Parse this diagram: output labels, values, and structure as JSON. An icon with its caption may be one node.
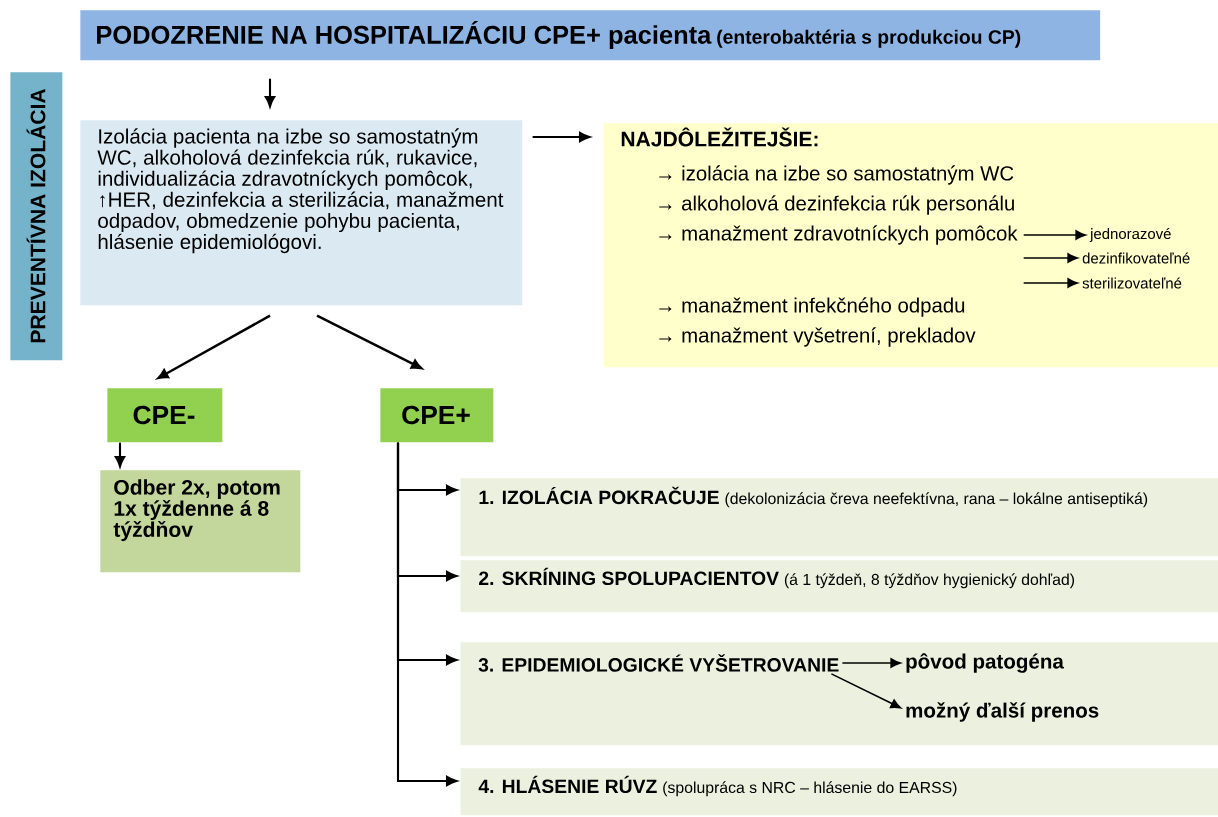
{
  "diagram": {
    "nodes": [
      {
        "text": [
          "PODOZRENIE NA HOSPITALIZÁCIU CPE+ pacienta",
          "(enterobaktéria s produkciou CP)"
        ]
      },
      {
        "text": [
          "PREVENTÍVNA IZOLÁCIA"
        ]
      },
      {
        "text": [
          "Izolácia pacienta na izbe so samostatným WC, alkoholová dezinfekcia rúk, rukavice, individualizácia zdravotníckych pomôcok, ↑HER, dezinfekcia a sterilizácia, manažment odpadov, obmedzenie pohybu pacienta, hlásenie epidemiológovi."
        ]
      },
      {
        "text": [
          "NAJDÔLEŽITEJŠIE:"
        ]
      },
      {
        "text": [
          "→ izolácia na izbe so samostatným WC"
        ],
        "in": 3
      },
      {
        "text": [
          "→ alkoholová dezinfekcia rúk personálu"
        ],
        "in": 3
      },
      {
        "text": [
          "→ manažment zdravotníckych pomôcok"
        ],
        "in": 3
      },
      {
        "text": [
          "jednorazové"
        ],
        "in": 3
      },
      {
        "text": [
          "dezinfikovateľné"
        ],
        "in": 3
      },
      {
        "text": [
          "sterilizovateľné"
        ],
        "in": 3
      },
      {
        "text": [
          "→ manažment infekčného odpadu"
        ],
        "in": 3
      },
      {
        "text": [
          "→ manažment vyšetrení, prekladov"
        ],
        "in": 3
      },
      {
        "text": [
          "CPE-"
        ]
      },
      {
        "text": [
          "CPE+"
        ]
      },
      {
        "text": [
          "Odber 2x, potom 1x týždenne á 8 týždňov"
        ]
      },
      {
        "text": [
          "1. IZOLÁCIA POKRAČUJE",
          "(dekolonizácia čreva neefektívna, rana – lokálne antiseptiká)"
        ]
      },
      {
        "text": [
          "2. SKRÍNING SPOLUPACIENTOV",
          "(á 1 týždeň, 8 týždňov hygienický dohľad)"
        ]
      },
      {
        "text": [],
        "shape": "box"
      },
      {
        "text": [
          "3. EPIDEMIOLOGICKÉ VYŠETROVANIE"
        ],
        "in": 17
      },
      {
        "text": [
          "pôvod patogéna"
        ],
        "in": 17
      },
      {
        "text": [
          "možný ďalší prenos"
        ],
        "in": 17
      },
      {
        "text": [
          "4. HLÁSENIE RÚVZ",
          "(spolupráca s NRC – hlásenie do EARSS)"
        ]
      }
    ],
    "edges": [
      {
        "from": 0,
        "to": 2,
        "arrow": "to"
      },
      {
        "from": 2,
        "to": 3,
        "arrow": "to"
      },
      {
        "from": 2,
        "to": 12,
        "arrow": "to"
      },
      {
        "from": 2,
        "to": 13,
        "arrow": "to"
      },
      {
        "from": 12,
        "to": 14,
        "arrow": "to"
      },
      {
        "from": 13,
        "to": 15,
        "arrow": "to"
      },
      {
        "from": 13,
        "to": 16,
        "arrow": "to"
      },
      {
        "from": 13,
        "to": 17,
        "arrow": "to"
      },
      {
        "from": 13,
        "to": 21,
        "arrow": "to"
      },
      {
        "from": 6,
        "to": 7,
        "arrow": "to"
      },
      {
        "from": 6,
        "to": 8,
        "arrow": "to"
      },
      {
        "from": 6,
        "to": 9,
        "arrow": "to"
      },
      {
        "from": 18,
        "to": 19,
        "arrow": "to"
      },
      {
        "from": 18,
        "to": 20,
        "arrow": "to"
      }
    ]
  }
}
